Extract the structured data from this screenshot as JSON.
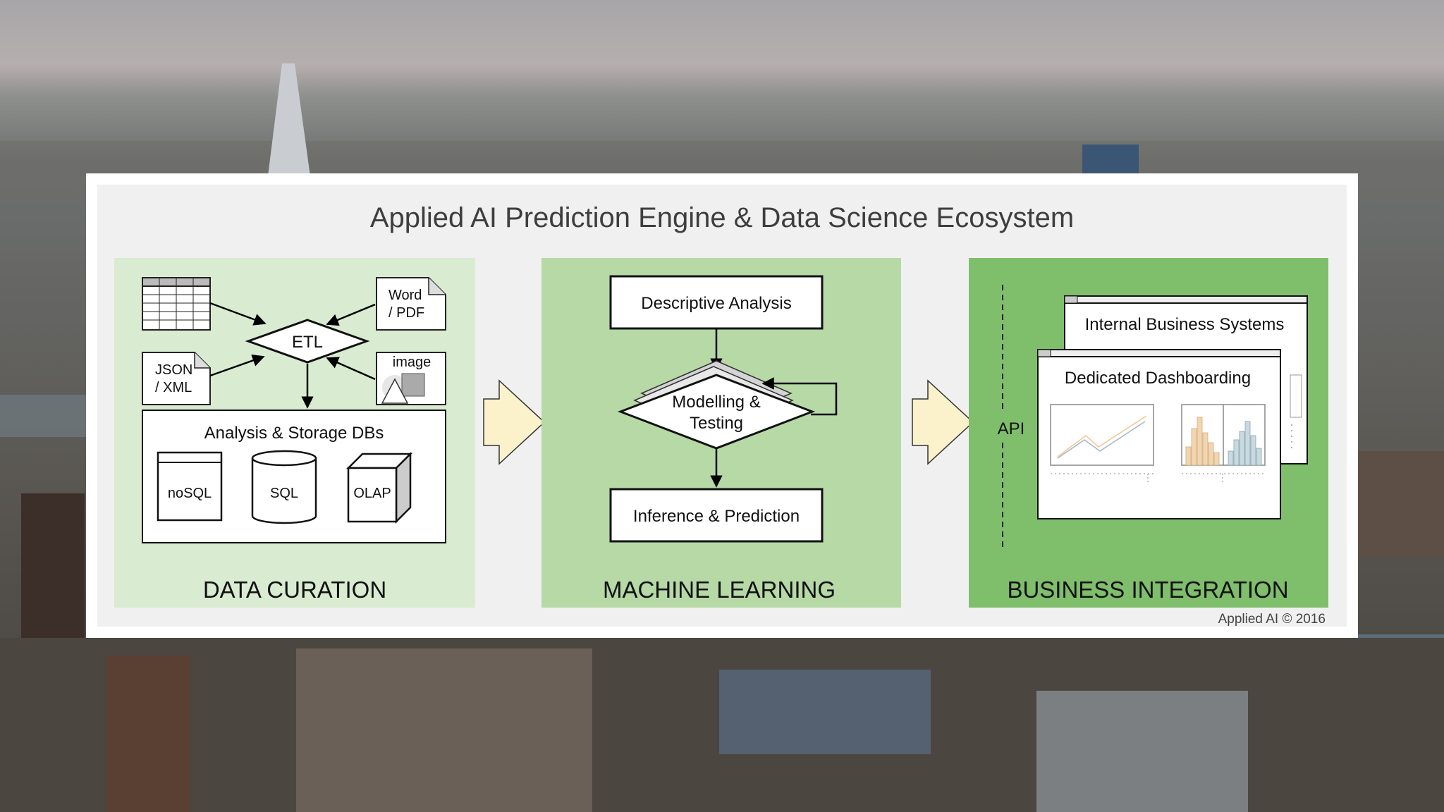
{
  "title": "Applied AI Prediction Engine & Data Science Ecosystem",
  "footer": "Applied AI © 2016",
  "sections": {
    "curation": {
      "heading": "DATA CURATION",
      "etl": "ETL",
      "sources": {
        "word": "Word",
        "pdf": "/ PDF",
        "json": "JSON",
        "xml": "/ XML",
        "image": "image"
      },
      "storage": {
        "title": "Analysis & Storage DBs",
        "nosql": "noSQL",
        "sql": "SQL",
        "olap": "OLAP"
      }
    },
    "ml": {
      "heading": "MACHINE LEARNING",
      "descriptive": "Descriptive Analysis",
      "modelling_1": "Modelling &",
      "modelling_2": "Testing",
      "inference": "Inference & Prediction"
    },
    "business": {
      "heading": "BUSINESS INTEGRATION",
      "api": "API",
      "internal": "Internal Business Systems",
      "dashboard": "Dedicated Dashboarding"
    }
  },
  "colors": {
    "curation_bg": "#d9ecd1",
    "ml_bg": "#b6d9a6",
    "business_bg": "#7fbe6b",
    "flow_arrow": "#fbf2cc"
  }
}
